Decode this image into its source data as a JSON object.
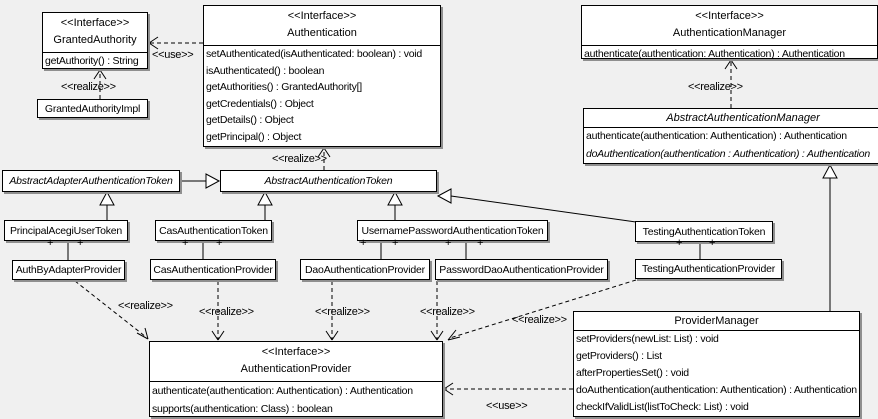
{
  "diagram_title": "Acegi Security authentication class diagram",
  "labels": {
    "use": "<<use>>",
    "realize": "<<realize>>",
    "plus": "+"
  },
  "colors": {
    "background": "#f0f0f0",
    "box_fill": "#ffffff",
    "border": "#000000",
    "shadow": "#8f8f8f"
  },
  "classes": {
    "granted_authority": {
      "stereotype": "<<Interface>>",
      "name": "GrantedAuthority",
      "methods": [
        "getAuthority() : String"
      ]
    },
    "granted_authority_impl": {
      "name": "GrantedAuthorityImpl"
    },
    "authentication": {
      "stereotype": "<<Interface>>",
      "name": "Authentication",
      "methods": [
        "setAuthenticated(isAuthenticated: boolean) : void",
        "isAuthenticated() : boolean",
        "getAuthorities() : GrantedAuthority[]",
        "getCredentials() : Object",
        "getDetails() : Object",
        "getPrincipal() : Object"
      ]
    },
    "authentication_manager": {
      "stereotype": "<<Interface>>",
      "name": "AuthenticationManager",
      "methods": [
        "authenticate(authentication: Authentication) : Authentication"
      ]
    },
    "abstract_authentication_manager": {
      "name": "AbstractAuthenticationManager",
      "methods": [
        "authenticate(authentication: Authentication) : Authentication",
        "doAuthentication(authentication : Authentication) : Authentication"
      ]
    },
    "abstract_adapter_authentication_token": {
      "name": "AbstractAdapterAuthenticationToken"
    },
    "abstract_authentication_token": {
      "name": "AbstractAuthenticationToken"
    },
    "principal_acegi_user_token": {
      "name": "PrincipalAcegiUserToken"
    },
    "cas_authentication_token": {
      "name": "CasAuthenticationToken"
    },
    "username_password_authentication_token": {
      "name": "UsernamePasswordAuthenticationToken"
    },
    "testing_authentication_token": {
      "name": "TestingAuthenticationToken"
    },
    "auth_by_adapter_provider": {
      "name": "AuthByAdapterProvider"
    },
    "cas_authentication_provider": {
      "name": "CasAuthenticationProvider"
    },
    "dao_authentication_provider": {
      "name": "DaoAuthenticationProvider"
    },
    "password_dao_authentication_provider": {
      "name": "PasswordDaoAuthenticationProvider"
    },
    "testing_authentication_provider": {
      "name": "TestingAuthenticationProvider"
    },
    "authentication_provider": {
      "stereotype": "<<Interface>>",
      "name": "AuthenticationProvider",
      "methods": [
        "authenticate(authentication: Authentication) : Authentication",
        "supports(authentication: Class) : boolean"
      ]
    },
    "provider_manager": {
      "name": "ProviderManager",
      "methods": [
        "setProviders(newList: List) : void",
        "getProviders() : List",
        "afterPropertiesSet() : void",
        "doAuthentication(authentication: Authentication) : Authentication",
        "checkIfValidList(listToCheck: List) : void"
      ]
    }
  }
}
